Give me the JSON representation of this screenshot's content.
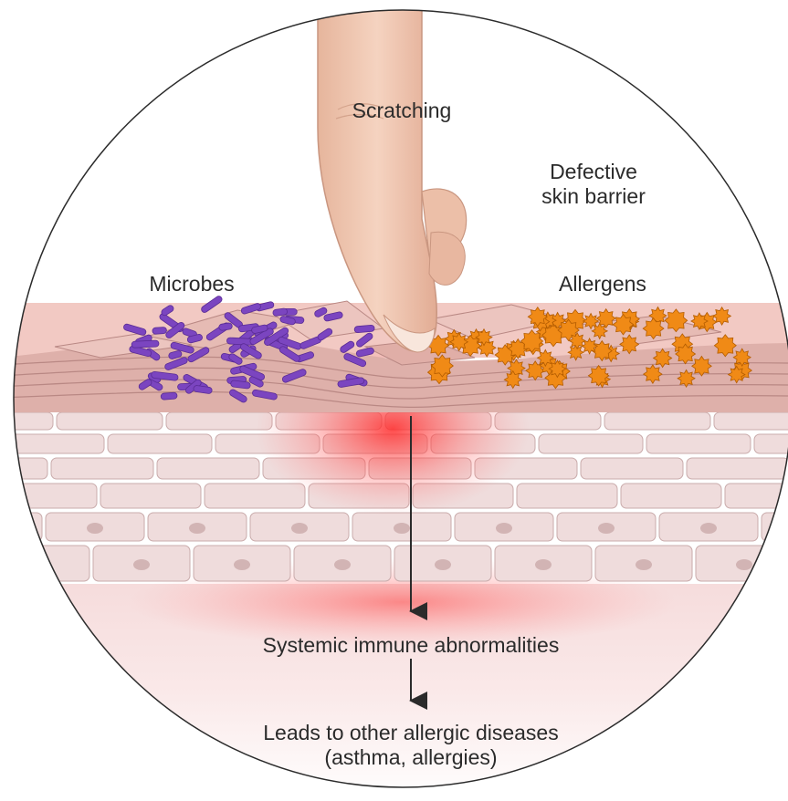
{
  "labels": {
    "scratching": "Scratching",
    "defective_line1": "Defective",
    "defective_line2": "skin barrier",
    "microbes": "Microbes",
    "allergens": "Allergens",
    "systemic": "Systemic immune abnormalities",
    "leads_line1": "Leads to other allergic diseases",
    "leads_line2": "(asthma, allergies)"
  },
  "colors": {
    "microbe": "#7b45c0",
    "allergen": "#f08a16",
    "skin_top": "#e7b8b2",
    "cell": "#efdcdc",
    "inflammation": "#ff3b3b",
    "finger": "#f0c7b1",
    "text": "#2b2b2b"
  },
  "icons": [
    "finger-icon",
    "microbe-icon",
    "allergen-icon",
    "arrow-down-icon"
  ]
}
